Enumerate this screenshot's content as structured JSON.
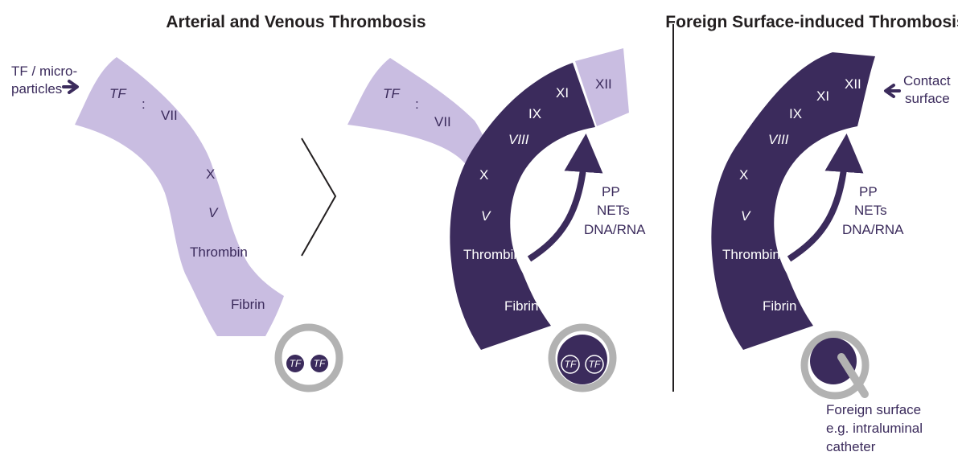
{
  "colors": {
    "light_purple": "#c9bde1",
    "dark_purple": "#3b2b5c",
    "ring_gray": "#b2b2b2",
    "separator": "#231f20"
  },
  "titles": {
    "left": "Arterial and Venous Thrombosis",
    "right": "Foreign Surface-induced Thrombosis"
  },
  "panel1": {
    "input_line1": "TF / micro-",
    "input_line2": "particles",
    "tf": "TF",
    "colon": ":",
    "vii": "VII",
    "x": "X",
    "v": "V",
    "thrombin": "Thrombin",
    "fibrin": "Fibrin",
    "vessel_tf1": "TF",
    "vessel_tf2": "TF"
  },
  "panel2": {
    "tf": "TF",
    "colon": ":",
    "vii": "VII",
    "viii": "VIII",
    "ix": "IX",
    "xi": "XI",
    "xii": "XII",
    "x": "X",
    "v": "V",
    "thrombin": "Thrombin",
    "fibrin": "Fibrin",
    "pp": "PP",
    "nets": "NETs",
    "dna": "DNA/RNA",
    "vessel_tf1": "TF",
    "vessel_tf2": "TF"
  },
  "panel3": {
    "contact_line1": "Contact",
    "contact_line2": "surface",
    "xii": "XII",
    "xi": "XI",
    "ix": "IX",
    "viii": "VIII",
    "x": "X",
    "v": "V",
    "thrombin": "Thrombin",
    "fibrin": "Fibrin",
    "pp": "PP",
    "nets": "NETs",
    "dna": "DNA/RNA",
    "foreign_line1": "Foreign surface",
    "foreign_line2": "e.g. intraluminal",
    "foreign_line3": "catheter"
  }
}
